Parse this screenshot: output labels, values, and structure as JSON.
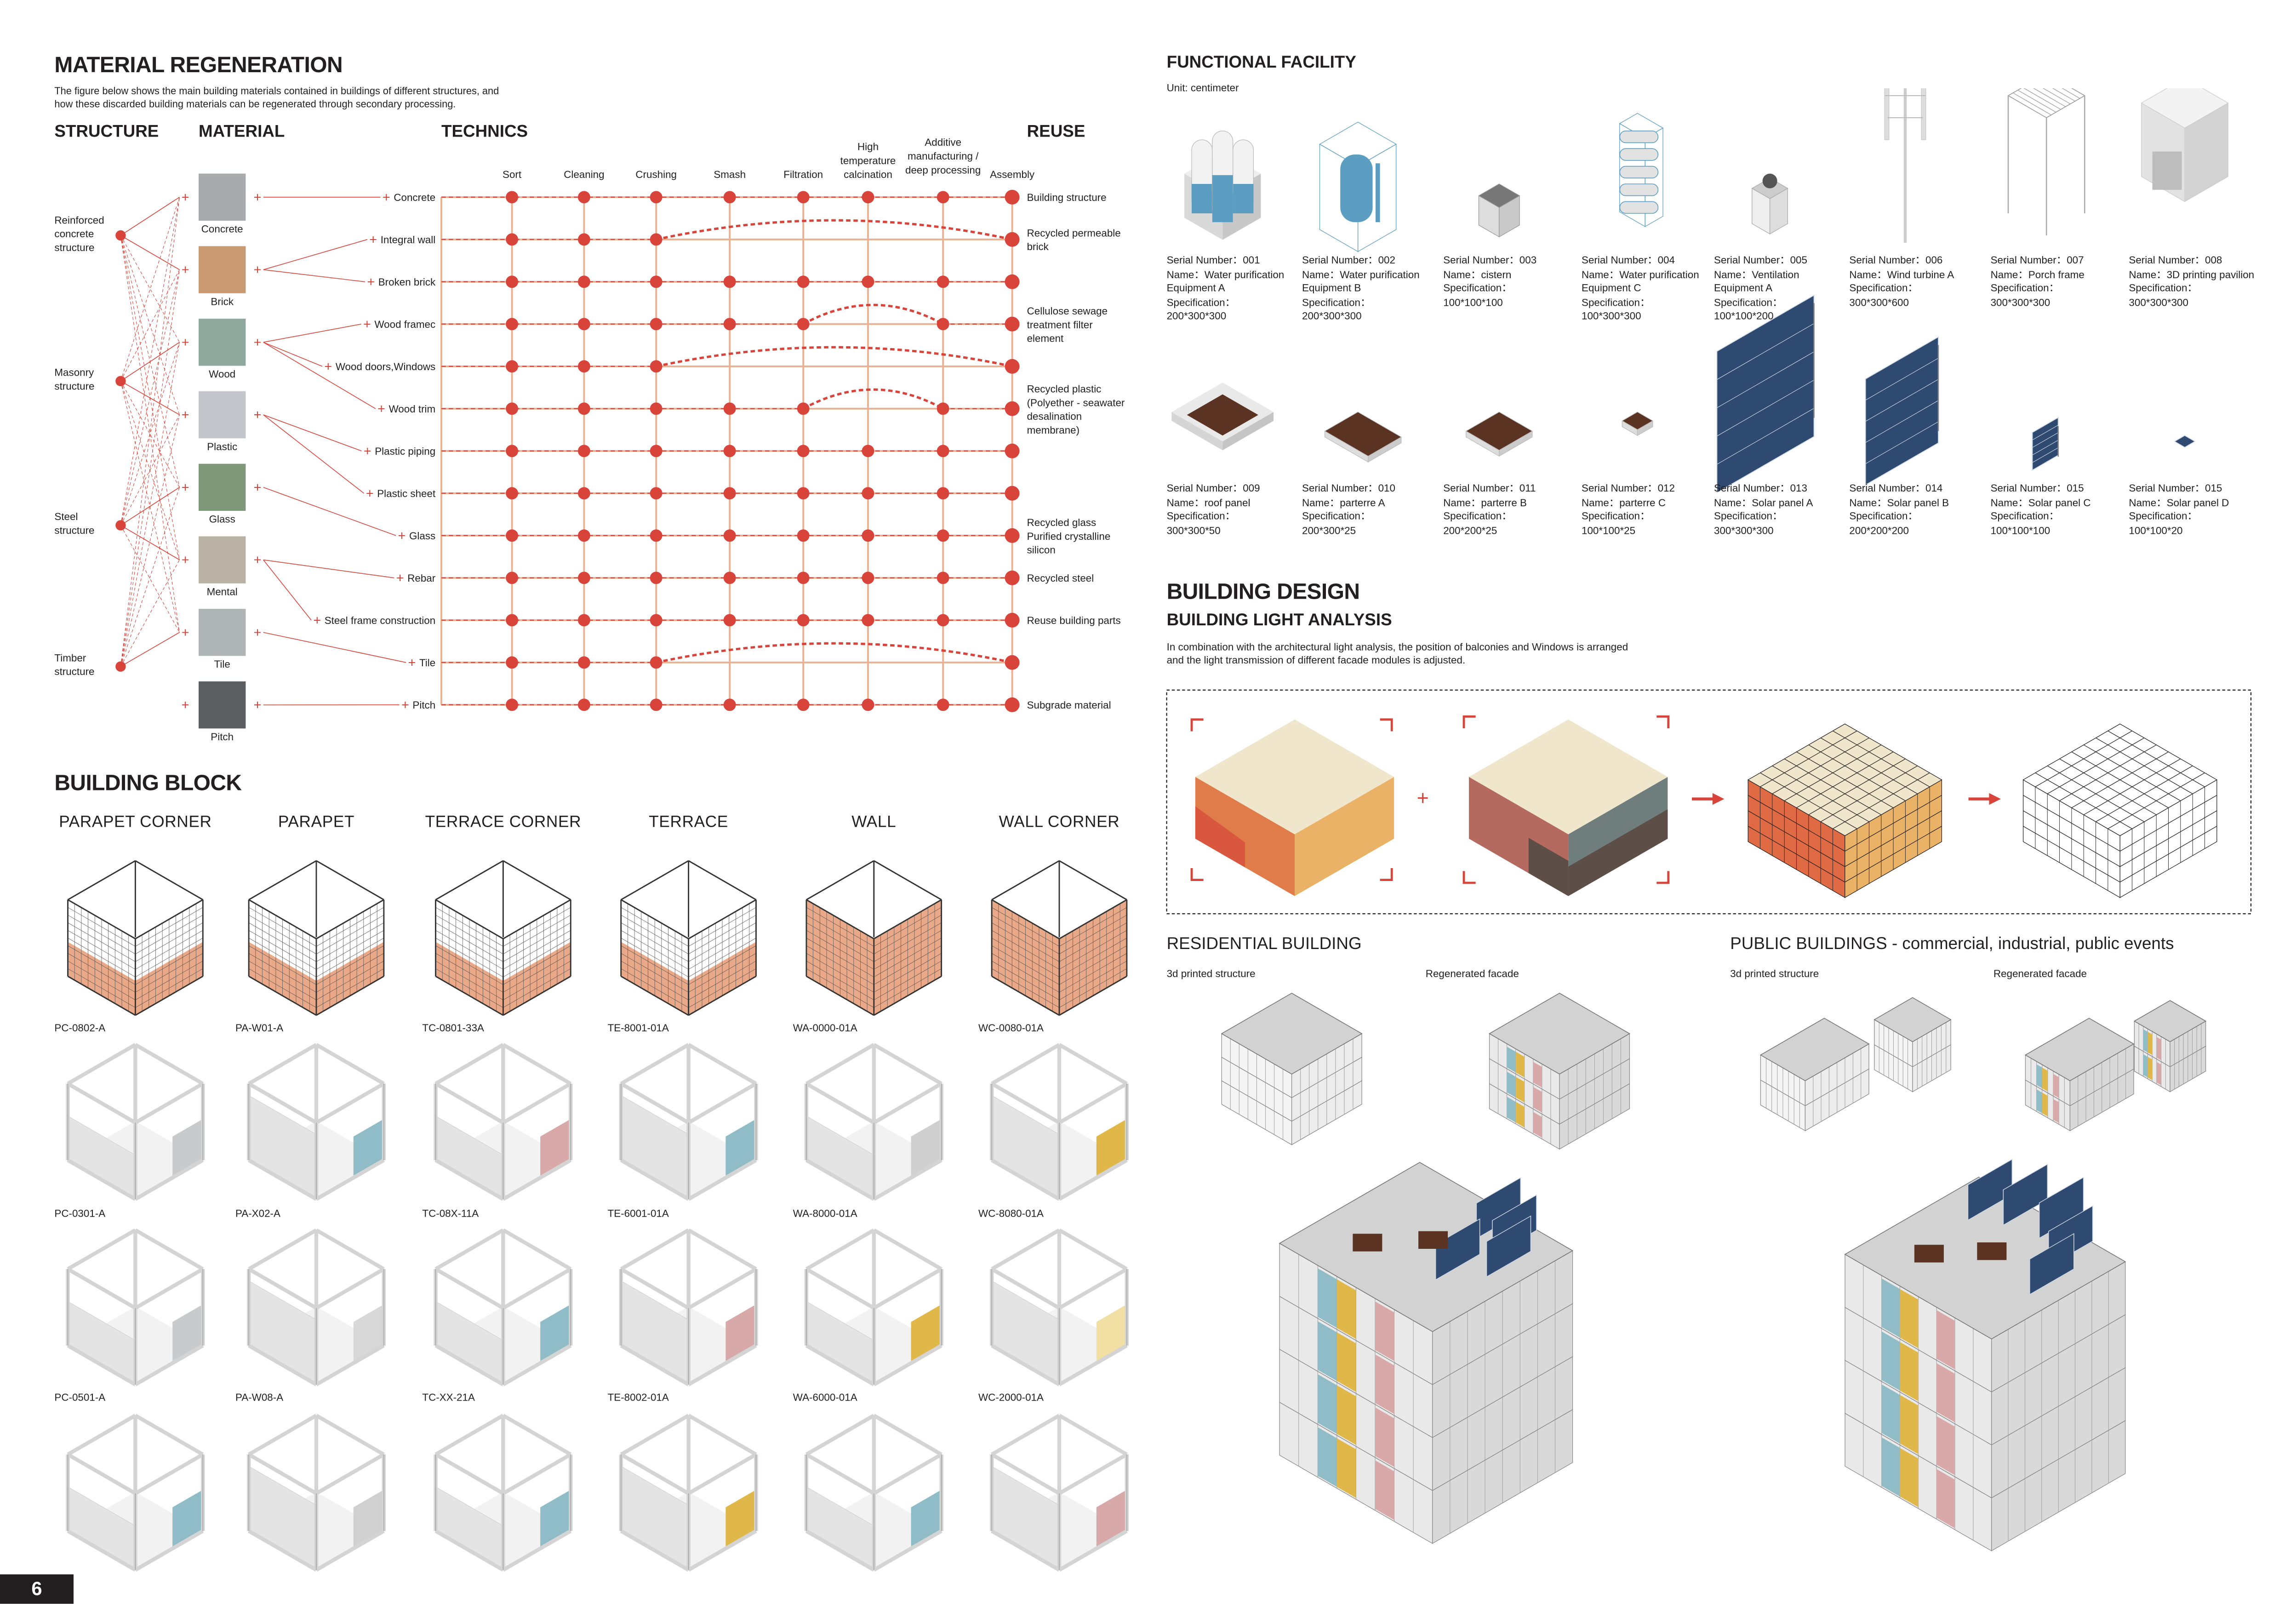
{
  "material_regeneration": {
    "title": "MATERIAL REGENERATION",
    "description": [
      "The figure below shows the main building materials contained in buildings of different structures, and",
      "how these discarded building materials can be regenerated through secondary processing."
    ],
    "col_structure": "STRUCTURE",
    "col_material": "MATERIAL",
    "col_technics": "TECHNICS",
    "col_reuse": "REUSE",
    "structures": [
      [
        "Reinforced",
        "concrete",
        "structure"
      ],
      [
        "Masonry",
        "structure"
      ],
      [
        "Steel",
        "structure"
      ],
      [
        "Timber",
        "structure"
      ]
    ],
    "materials": [
      {
        "label": "Concrete",
        "color": "#a9aaac",
        "rows": [
          0
        ]
      },
      {
        "label": "Brick",
        "color": "#c99a72",
        "rows": [
          1,
          2
        ]
      },
      {
        "label": "Wood",
        "color": "#8fa89e",
        "rows": [
          3,
          4,
          5
        ]
      },
      {
        "label": "Plastic",
        "color": "#c3c7cb",
        "rows": [
          6,
          7
        ]
      },
      {
        "label": "Glass",
        "color": "#7f987a",
        "rows": [
          8
        ]
      },
      {
        "label": "Mental",
        "color": "#b9b2a4",
        "rows": [
          9,
          10
        ]
      },
      {
        "label": "Tile",
        "color": "#aeb3b4",
        "rows": [
          11
        ]
      },
      {
        "label": "Pitch",
        "color": "#5c5e62",
        "rows": [
          12
        ]
      }
    ],
    "techniques": [
      [
        "Sort"
      ],
      [
        "Cleaning"
      ],
      [
        "Crushing"
      ],
      [
        "Smash"
      ],
      [
        "Filtration"
      ],
      [
        "High",
        "temperature",
        "calcination"
      ],
      [
        "Additive",
        "manufacturing /",
        "deep processing"
      ],
      [
        "Assembly"
      ]
    ],
    "rows": [
      "Concrete",
      "Integral wall",
      "Broken brick",
      "Wood framec",
      "Wood doors,Windows",
      "Wood trim",
      "Plastic piping",
      "Plastic sheet",
      "Glass",
      "Rebar",
      "Steel frame construction",
      "Tile",
      "Pitch"
    ],
    "bypass_curves": [
      {
        "row": 1,
        "from": "Crushing",
        "to": "Assembly"
      },
      {
        "row": 3,
        "from": "Filtration",
        "to": "Additive manufacturing / deep processing"
      },
      {
        "row": 4,
        "from": "Crushing",
        "to": "Assembly"
      },
      {
        "row": 5,
        "from": "Filtration",
        "to": "Additive manufacturing / deep processing"
      },
      {
        "row": 11,
        "from": "Crushing",
        "to": "Assembly"
      }
    ],
    "reuse": [
      {
        "row": 0,
        "lines": [
          "Building structure"
        ]
      },
      {
        "row": 1,
        "lines": [
          "Recycled permeable",
          "brick"
        ]
      },
      {
        "row": 3,
        "lines": [
          "Cellulose sewage",
          "treatment filter",
          "element"
        ]
      },
      {
        "row": 5,
        "lines": [
          "Recycled plastic",
          "(Polyether - seawater",
          "desalination",
          "membrane)"
        ]
      },
      {
        "row": 8,
        "lines": [
          "Recycled glass",
          "Purified crystalline",
          "silicon"
        ]
      },
      {
        "row": 9,
        "lines": [
          "Recycled steel"
        ]
      },
      {
        "row": 10,
        "lines": [
          "Reuse building parts"
        ]
      },
      {
        "row": 12,
        "lines": [
          "Subgrade material"
        ]
      }
    ],
    "colors": {
      "accent": "#d9443a",
      "grid": "#eab092"
    }
  },
  "functional_facility": {
    "title": "FUNCTIONAL FACILITY",
    "unit": "Unit: centimeter",
    "serial_label": "Serial Number：",
    "name_label": "Name：",
    "spec_label": "Specification：",
    "items": [
      {
        "serial": "001",
        "name": "Water purification Equipment A",
        "spec": "200*300*300",
        "icon": "water-tank-icon"
      },
      {
        "serial": "002",
        "name": "Water purification Equipment B",
        "spec": "200*300*300",
        "icon": "water-cage-icon"
      },
      {
        "serial": "003",
        "name": "cistern",
        "spec": "100*100*100",
        "icon": "cistern-icon"
      },
      {
        "serial": "004",
        "name": "Water purification Equipment C",
        "spec": "100*300*300",
        "icon": "filter-rack-icon"
      },
      {
        "serial": "005",
        "name": "Ventilation Equipment A",
        "spec": "100*100*200",
        "icon": "ventilation-icon"
      },
      {
        "serial": "006",
        "name": "Wind turbine A",
        "spec": "300*300*600",
        "icon": "wind-turbine-icon"
      },
      {
        "serial": "007",
        "name": "Porch frame",
        "spec": "300*300*300",
        "icon": "porch-frame-icon"
      },
      {
        "serial": "008",
        "name": "3D printing pavilion",
        "spec": "300*300*300",
        "icon": "pavilion-icon"
      },
      {
        "serial": "009",
        "name": "roof panel",
        "spec": "300*300*50",
        "icon": "roof-panel-icon"
      },
      {
        "serial": "010",
        "name": "parterre A",
        "spec": "200*300*25",
        "icon": "parterre-icon"
      },
      {
        "serial": "011",
        "name": "parterre B",
        "spec": "200*200*25",
        "icon": "parterre-icon"
      },
      {
        "serial": "012",
        "name": "parterre C",
        "spec": "100*100*25",
        "icon": "parterre-icon"
      },
      {
        "serial": "013",
        "name": "Solar panel A",
        "spec": "300*300*300",
        "icon": "solar-panel-icon"
      },
      {
        "serial": "014",
        "name": "Solar panel B",
        "spec": "200*200*200",
        "icon": "solar-panel-icon"
      },
      {
        "serial": "015",
        "name": "Solar panel C",
        "spec": "100*100*100",
        "icon": "solar-panel-icon"
      },
      {
        "serial": "015",
        "name": "Solar panel D",
        "spec": "100*100*20",
        "icon": "solar-panel-flat-icon"
      }
    ]
  },
  "building_design": {
    "title": "BUILDING DESIGN",
    "subtitle": "BUILDING LIGHT ANALYSIS",
    "description": [
      "In combination with the architectural light analysis, the position of balconies and Windows is arranged",
      "and the light transmission of different facade modules is adjusted."
    ],
    "plus": "+",
    "residential": {
      "title": "RESIDENTIAL BUILDING",
      "label_structure": "3d printed structure",
      "label_facade": "Regenerated facade"
    },
    "public": {
      "title": "PUBLIC BUILDINGS - commercial, industrial, public events",
      "label_structure": "3d printed structure",
      "label_facade": "Regenerated facade"
    }
  },
  "building_block": {
    "title": "BUILDING BLOCK",
    "columns": [
      {
        "label": "PARAPET CORNER",
        "codes": [
          "PC-0802-A",
          "PC-0301-A",
          "PC-0501-A"
        ],
        "panels": [
          "#c9cacb",
          "#c9cacb",
          "#8fbcc6"
        ]
      },
      {
        "label": "PARAPET",
        "codes": [
          "PA-W01-A",
          "PA-X02-A",
          "PA-W08-A"
        ],
        "panels": [
          "#8fbcc6",
          "#d8d8d8",
          "#d0d0d0"
        ]
      },
      {
        "label": "TERRACE CORNER",
        "codes": [
          "TC-0801-33A",
          "TC-08X-11A",
          "TC-XX-21A"
        ],
        "panels": [
          "#d9a9a9",
          "#8fbcc6",
          "#8fbcc6"
        ]
      },
      {
        "label": "TERRACE",
        "codes": [
          "TE-8001-01A",
          "TE-6001-01A",
          "TE-8002-01A"
        ],
        "panels": [
          "#8fbcc6",
          "#d8a9a9",
          "#e0b84a"
        ]
      },
      {
        "label": "WALL",
        "codes": [
          "WA-0000-01A",
          "WA-8000-01A",
          "WA-6000-01A"
        ],
        "panels": [
          "#cfcfcf",
          "#e0b84a",
          "#8fbcc6"
        ]
      },
      {
        "label": "WALL CORNER",
        "codes": [
          "WC-0080-01A",
          "WC-8080-01A",
          "WC-2000-01A"
        ],
        "panels": [
          "#e0b84a",
          "#f2dfa3",
          "#d8a9a9"
        ]
      }
    ]
  },
  "page_number": "6"
}
